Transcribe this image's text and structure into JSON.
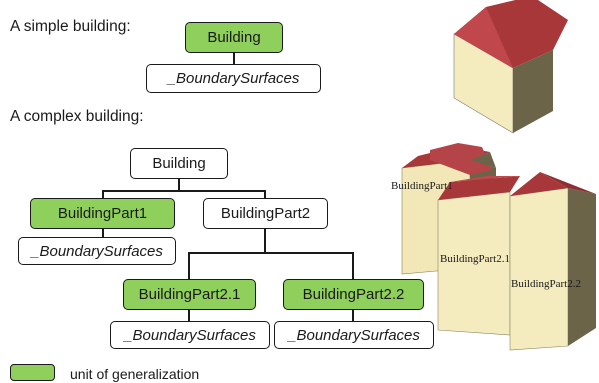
{
  "simple": {
    "heading": "A simple building:",
    "nodes": {
      "building": "Building",
      "boundary": "_BoundarySurfaces"
    }
  },
  "complex": {
    "heading": "A complex building:",
    "nodes": {
      "building": "Building",
      "part1": "BuildingPart1",
      "part2": "BuildingPart2",
      "part1_boundary": "_BoundarySurfaces",
      "part21": "BuildingPart2.1",
      "part22": "BuildingPart2.2",
      "part21_boundary": "_BoundarySurfaces",
      "part22_boundary": "_BoundarySurfaces"
    }
  },
  "model_labels": {
    "part1": "BuildingPart1",
    "part21": "BuildingPart2.1",
    "part22": "BuildingPart2.2"
  },
  "legend": {
    "label": "unit of generalization"
  },
  "colors": {
    "generalization_fill": "#8fcf5b",
    "roof": "#a8373a",
    "wall_light": "#f4ebbf",
    "wall_dark": "#6b6449"
  }
}
